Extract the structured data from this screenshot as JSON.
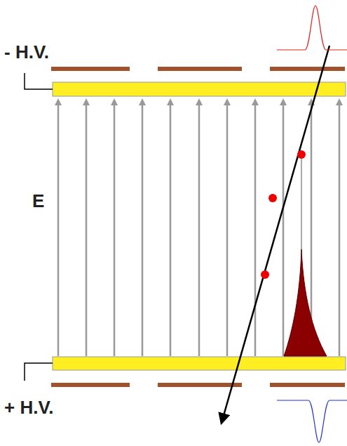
{
  "diagram": {
    "labels": [
      "- H.V.",
      "E",
      "+ H.V."
    ]
  }
}
